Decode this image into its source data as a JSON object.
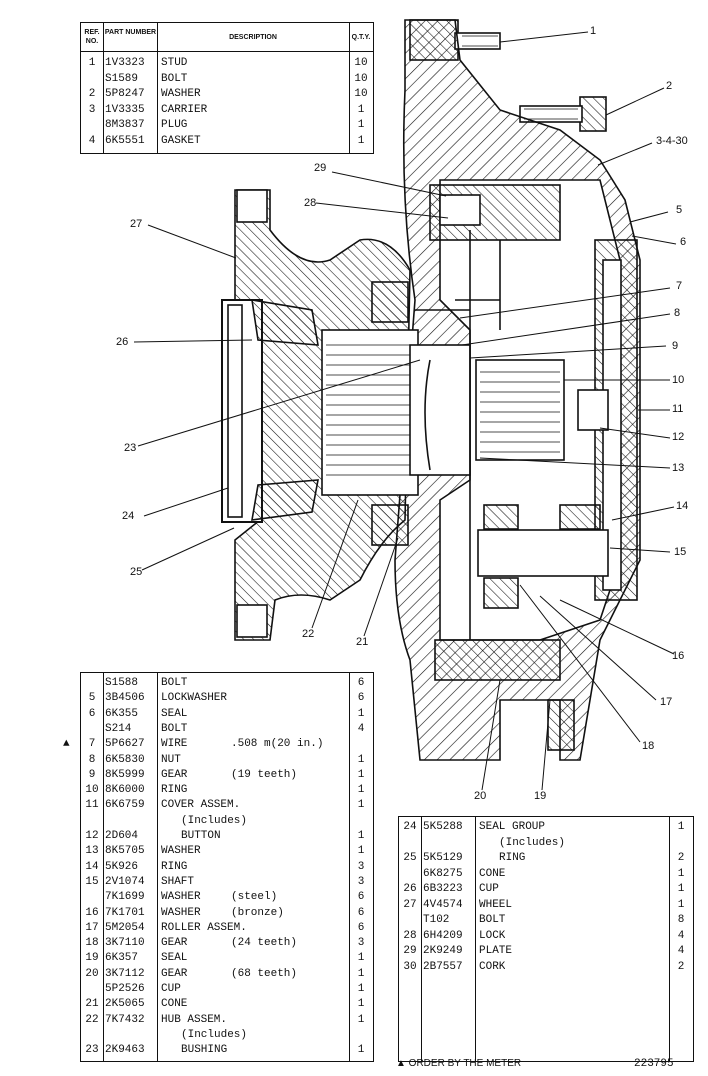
{
  "header": {
    "ref_no": "REF. NO.",
    "part_number": "PART NUMBER",
    "description": "DESCRIPTION",
    "qty": "Q.T.Y."
  },
  "table_top": [
    {
      "ref": "1",
      "part": "1V3323",
      "desc": "STUD",
      "qty": "10"
    },
    {
      "ref": "",
      "part": "S1589",
      "desc": "BOLT",
      "qty": "10"
    },
    {
      "ref": "2",
      "part": "5P8247",
      "desc": "WASHER",
      "qty": "10"
    },
    {
      "ref": "3",
      "part": "1V3335",
      "desc": "CARRIER",
      "qty": "1"
    },
    {
      "ref": "",
      "part": "8M3837",
      "desc": "PLUG",
      "qty": "1"
    },
    {
      "ref": "4",
      "part": "6K5551",
      "desc": "GASKET",
      "qty": "1"
    }
  ],
  "table_left": [
    {
      "ref": "",
      "part": "S1588",
      "desc": "BOLT",
      "qty": "6"
    },
    {
      "ref": "5",
      "part": "3B4506",
      "desc": "LOCKWASHER",
      "qty": "6"
    },
    {
      "ref": "6",
      "part": "6K355",
      "desc": "SEAL",
      "qty": "1"
    },
    {
      "ref": "",
      "part": "S214",
      "desc": "BOLT",
      "qty": "4"
    },
    {
      "ref": "7",
      "part": "5P6627",
      "desc": "WIRE",
      "note": ".508 m(20 in.)",
      "qty": "",
      "mark": "▲"
    },
    {
      "ref": "8",
      "part": "6K5830",
      "desc": "NUT",
      "qty": "1"
    },
    {
      "ref": "9",
      "part": "8K5999",
      "desc": "GEAR",
      "note": "(19 teeth)",
      "qty": "1"
    },
    {
      "ref": "10",
      "part": "8K6000",
      "desc": "RING",
      "qty": "1"
    },
    {
      "ref": "11",
      "part": "6K6759",
      "desc": "COVER ASSEM.",
      "qty": "1"
    },
    {
      "ref": "",
      "part": "",
      "desc": "(Includes)",
      "qty": ""
    },
    {
      "ref": "12",
      "part": "2D604",
      "desc": "BUTTON",
      "qty": "1"
    },
    {
      "ref": "13",
      "part": "8K5705",
      "desc": "WASHER",
      "qty": "1"
    },
    {
      "ref": "14",
      "part": "5K926",
      "desc": "RING",
      "qty": "3"
    },
    {
      "ref": "15",
      "part": "2V1074",
      "desc": "SHAFT",
      "qty": "3"
    },
    {
      "ref": "",
      "part": "7K1699",
      "desc": "WASHER",
      "note": "(steel)",
      "qty": "6"
    },
    {
      "ref": "16",
      "part": "7K1701",
      "desc": "WASHER",
      "note": "(bronze)",
      "qty": "6"
    },
    {
      "ref": "17",
      "part": "5M2054",
      "desc": "ROLLER ASSEM.",
      "qty": "6"
    },
    {
      "ref": "18",
      "part": "3K7110",
      "desc": "GEAR",
      "note": "(24 teeth)",
      "qty": "3"
    },
    {
      "ref": "19",
      "part": "6K357",
      "desc": "SEAL",
      "qty": "1"
    },
    {
      "ref": "20",
      "part": "3K7112",
      "desc": "GEAR",
      "note": "(68 teeth)",
      "qty": "1"
    },
    {
      "ref": "",
      "part": "5P2526",
      "desc": "CUP",
      "qty": "1"
    },
    {
      "ref": "21",
      "part": "2K5065",
      "desc": "CONE",
      "qty": "1"
    },
    {
      "ref": "22",
      "part": "7K7432",
      "desc": "HUB ASSEM.",
      "qty": "1"
    },
    {
      "ref": "",
      "part": "",
      "desc": "(Includes)",
      "qty": ""
    },
    {
      "ref": "23",
      "part": "2K9463",
      "desc": "BUSHING",
      "qty": "1"
    }
  ],
  "table_right": [
    {
      "ref": "24",
      "part": "5K5288",
      "desc": "SEAL GROUP",
      "qty": "1"
    },
    {
      "ref": "",
      "part": "",
      "desc": "(Includes)",
      "qty": ""
    },
    {
      "ref": "25",
      "part": "5K5129",
      "desc": "RING",
      "qty": "2"
    },
    {
      "ref": "",
      "part": "6K8275",
      "desc": "CONE",
      "qty": "1"
    },
    {
      "ref": "26",
      "part": "6B3223",
      "desc": "CUP",
      "qty": "1"
    },
    {
      "ref": "27",
      "part": "4V4574",
      "desc": "WHEEL",
      "qty": "1"
    },
    {
      "ref": "",
      "part": "T102",
      "desc": "BOLT",
      "qty": "8"
    },
    {
      "ref": "28",
      "part": "6H4209",
      "desc": "LOCK",
      "qty": "4"
    },
    {
      "ref": "29",
      "part": "2K9249",
      "desc": "PLATE",
      "qty": "4"
    },
    {
      "ref": "30",
      "part": "2B7557",
      "desc": "CORK",
      "qty": "2"
    }
  ],
  "callouts": [
    "1",
    "2",
    "3-4-30",
    "5",
    "6",
    "7",
    "8",
    "9",
    "10",
    "11",
    "12",
    "13",
    "14",
    "15",
    "16",
    "17",
    "18",
    "19",
    "20",
    "21",
    "22",
    "23",
    "24",
    "25",
    "26",
    "27",
    "28",
    "29"
  ],
  "footnote": "▲ ORDER BY THE METER",
  "drawing_number": "223795"
}
